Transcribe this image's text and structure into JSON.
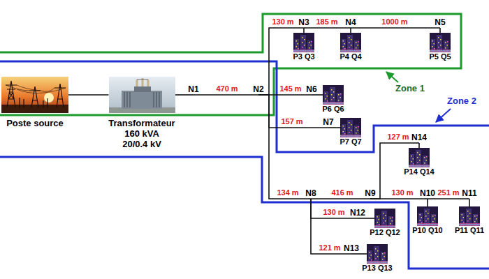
{
  "diagram": {
    "nodes": [
      {
        "text": [
          "Poste source"
        ]
      },
      {
        "text": [
          "Transformateur",
          "160 kVA 20/0.4 kV"
        ]
      },
      {
        "text": [
          "N1"
        ]
      },
      {
        "text": [
          "N2"
        ]
      },
      {
        "text": [
          "N3"
        ]
      },
      {
        "text": [
          "P3 Q3"
        ]
      },
      {
        "text": [
          "N4"
        ]
      },
      {
        "text": [
          "P4 Q4"
        ]
      },
      {
        "text": [
          "N5"
        ]
      },
      {
        "text": [
          "P5 Q5"
        ]
      },
      {
        "text": [
          "N6"
        ]
      },
      {
        "text": [
          "P6 Q6"
        ]
      },
      {
        "text": [
          "N7"
        ]
      },
      {
        "text": [
          "P7 Q7"
        ]
      },
      {
        "text": [
          "N8"
        ]
      },
      {
        "text": [
          "N9"
        ]
      },
      {
        "text": [
          "N14"
        ]
      },
      {
        "text": [
          "P14 Q14"
        ]
      },
      {
        "text": [
          "N10"
        ]
      },
      {
        "text": [
          "P10 Q10"
        ]
      },
      {
        "text": [
          "N11"
        ]
      },
      {
        "text": [
          "P11 Q11"
        ]
      },
      {
        "text": [
          "N12"
        ]
      },
      {
        "text": [
          "P12 Q12"
        ]
      },
      {
        "text": [
          "N13"
        ]
      },
      {
        "text": [
          "P13 Q13"
        ]
      }
    ],
    "edges": [
      {
        "from": 0,
        "to": 1,
        "arrow": "none"
      },
      {
        "from": 1,
        "to": 2,
        "arrow": "none"
      },
      {
        "from": 2,
        "to": 3,
        "label": "470 m",
        "arrow": "none"
      },
      {
        "from": 3,
        "to": 4,
        "label": "130 m",
        "arrow": "none"
      },
      {
        "from": 4,
        "to": 5,
        "arrow": "none"
      },
      {
        "from": 4,
        "to": 6,
        "label": "185 m",
        "arrow": "none"
      },
      {
        "from": 6,
        "to": 7,
        "arrow": "none"
      },
      {
        "from": 6,
        "to": 8,
        "label": "1000 m",
        "arrow": "none"
      },
      {
        "from": 8,
        "to": 9,
        "arrow": "none"
      },
      {
        "from": 3,
        "to": 10,
        "label": "145 m",
        "arrow": "none"
      },
      {
        "from": 10,
        "to": 11,
        "arrow": "none"
      },
      {
        "from": 3,
        "to": 12,
        "label": "157 m",
        "arrow": "none"
      },
      {
        "from": 12,
        "to": 13,
        "arrow": "none"
      },
      {
        "from": 3,
        "to": 14,
        "label": "134 m",
        "arrow": "none"
      },
      {
        "from": 14,
        "to": 15,
        "label": "416 m",
        "arrow": "none"
      },
      {
        "from": 15,
        "to": 16,
        "label": "127 m",
        "arrow": "none"
      },
      {
        "from": 16,
        "to": 17,
        "arrow": "none"
      },
      {
        "from": 15,
        "to": 18,
        "label": "130 m",
        "arrow": "none"
      },
      {
        "from": 18,
        "to": 19,
        "arrow": "none"
      },
      {
        "from": 18,
        "to": 20,
        "label": "251 m",
        "arrow": "none"
      },
      {
        "from": 20,
        "to": 21,
        "arrow": "none"
      },
      {
        "from": 14,
        "to": 22,
        "label": "130 m",
        "arrow": "none"
      },
      {
        "from": 22,
        "to": 23,
        "arrow": "none"
      },
      {
        "from": 14,
        "to": 24,
        "label": "121 m",
        "arrow": "none"
      },
      {
        "from": 24,
        "to": 25,
        "arrow": "none"
      }
    ],
    "labels": [
      "Zone 1",
      "Zone 2"
    ]
  }
}
